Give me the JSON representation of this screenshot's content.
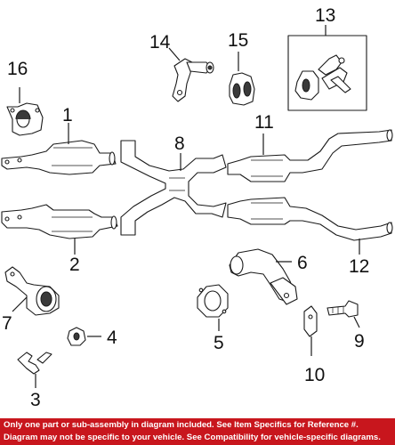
{
  "callouts": {
    "c1": "1",
    "c2": "2",
    "c3": "3",
    "c4": "4",
    "c5": "5",
    "c6": "6",
    "c7": "7",
    "c8": "8",
    "c9": "9",
    "c10": "10",
    "c11": "11",
    "c12": "12",
    "c13": "13",
    "c14": "14",
    "c15": "15",
    "c16": "16"
  },
  "footer": {
    "line1": "Only one part or sub-assembly in diagram included. See Item Specifics for Reference #.",
    "line2": "Diagram may not be specific to your vehicle. See Compatibility for vehicle-specific diagrams."
  }
}
